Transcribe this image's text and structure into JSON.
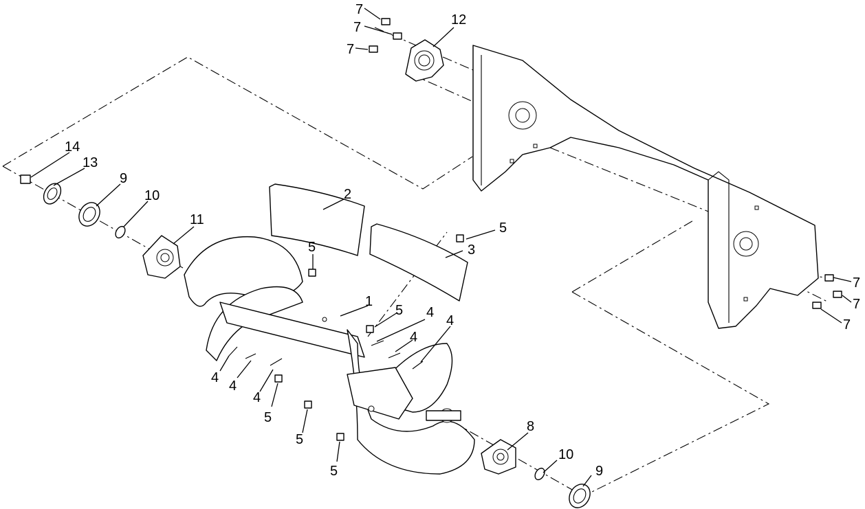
{
  "callouts": {
    "c1": "1",
    "c2": "2",
    "c3": "3",
    "c4": "4",
    "c5": "5",
    "c7": "7",
    "c8": "8",
    "c9": "9",
    "c10": "10",
    "c11": "11",
    "c12": "12",
    "c13": "13",
    "c14": "14"
  }
}
